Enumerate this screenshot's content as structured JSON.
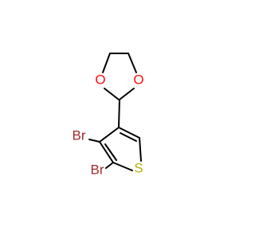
{
  "molecule": {
    "atoms": {
      "o1": {
        "label": "O",
        "color": "#ff0d0d"
      },
      "o2": {
        "label": "O",
        "color": "#ff0d0d"
      },
      "br1": {
        "label": "Br",
        "color": "#a62929"
      },
      "br2": {
        "label": "Br",
        "color": "#a62929"
      },
      "s": {
        "label": "S",
        "color": "#b8b000"
      }
    },
    "bond_color": "#000000"
  }
}
